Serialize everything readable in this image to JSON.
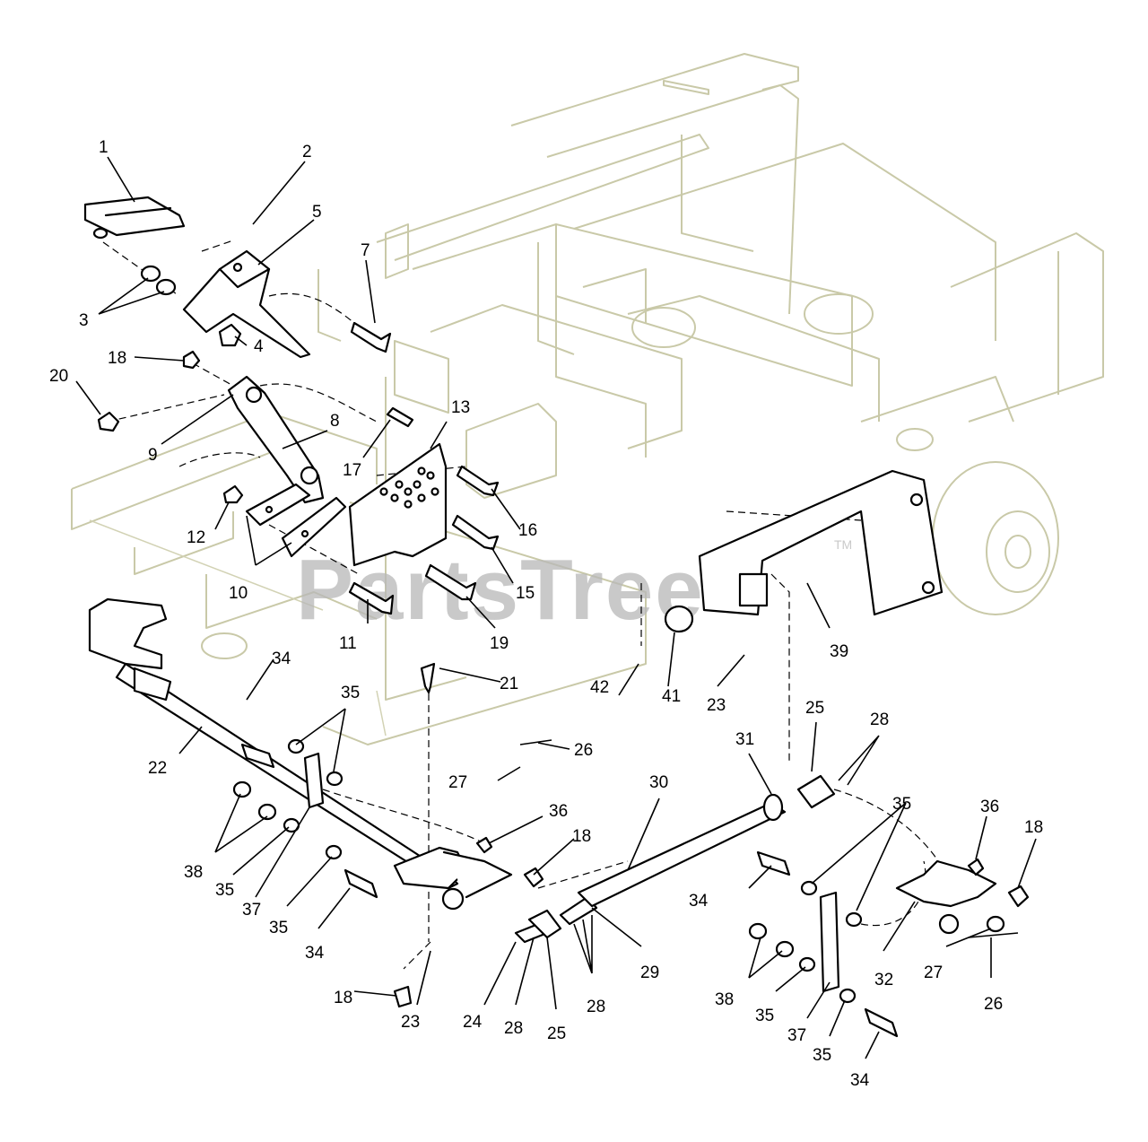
{
  "watermark": {
    "text": "PartsTree",
    "trademark": "TM"
  },
  "colors": {
    "background": "#ffffff",
    "frame_lines": "#c9c9a8",
    "parts": "#000000",
    "watermark": "#b8b8b8"
  },
  "callouts": {
    "c1": "1",
    "c2": "2",
    "c3": "3",
    "c4": "4",
    "c5": "5",
    "c7": "7",
    "c8": "8",
    "c9": "9",
    "c10": "10",
    "c11": "11",
    "c12": "12",
    "c13": "13",
    "c15": "15",
    "c16": "16",
    "c17": "17",
    "c18a": "18",
    "c18b": "18",
    "c18c": "18",
    "c18d": "18",
    "c19": "19",
    "c20": "20",
    "c21": "21",
    "c22": "22",
    "c23a": "23",
    "c23b": "23",
    "c24": "24",
    "c25a": "25",
    "c25b": "25",
    "c26a": "26",
    "c26b": "26",
    "c27a": "27",
    "c27b": "27",
    "c28a": "28",
    "c28b": "28",
    "c28c": "28",
    "c29": "29",
    "c30": "30",
    "c31": "31",
    "c32": "32",
    "c34a": "34",
    "c34b": "34",
    "c34c": "34",
    "c34d": "34",
    "c35a": "35",
    "c35b": "35",
    "c35c": "35",
    "c35d": "35",
    "c35e": "35",
    "c35f": "35",
    "c36a": "36",
    "c36b": "36",
    "c37a": "37",
    "c37b": "37",
    "c38a": "38",
    "c38b": "38",
    "c39": "39",
    "c41": "41",
    "c42": "42"
  }
}
